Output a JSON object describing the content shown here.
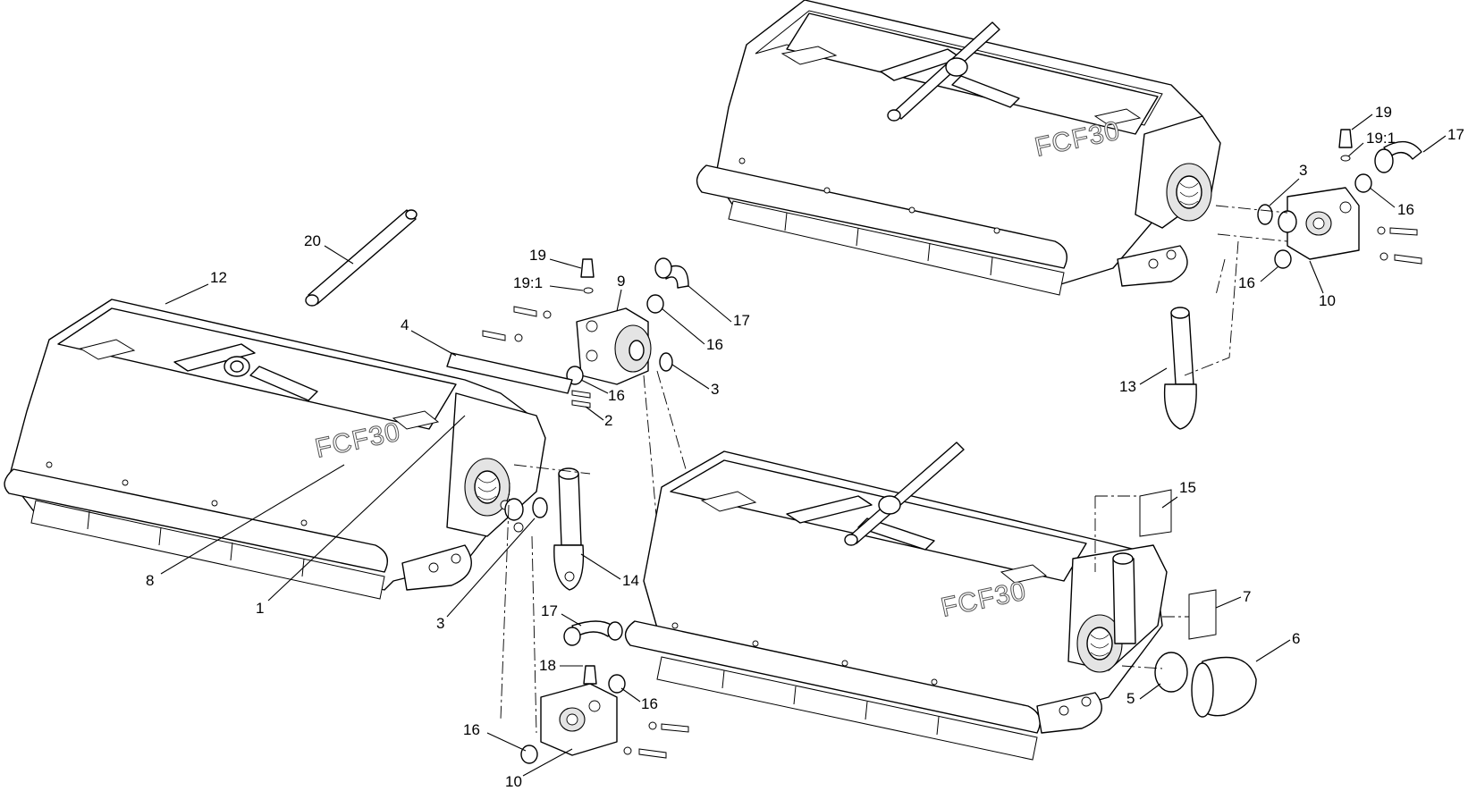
{
  "diagram": {
    "brand_label": "FCF30",
    "callouts": {
      "c1": "1",
      "c2": "2",
      "c3a": "3",
      "c3b": "3",
      "c3c": "3",
      "c4": "4",
      "c5": "5",
      "c6": "6",
      "c7": "7",
      "c8": "8",
      "c9": "9",
      "c10a": "10",
      "c10b": "10",
      "c12": "12",
      "c13": "13",
      "c14": "14",
      "c15": "15",
      "c16a": "16",
      "c16b": "16",
      "c16c": "16",
      "c16d": "16",
      "c16e": "16",
      "c16f": "16",
      "c17a": "17",
      "c17b": "17",
      "c17c": "17",
      "c18": "18",
      "c19a": "19",
      "c19b": "19",
      "c191a": "19:1",
      "c191b": "19:1",
      "c20": "20"
    }
  }
}
